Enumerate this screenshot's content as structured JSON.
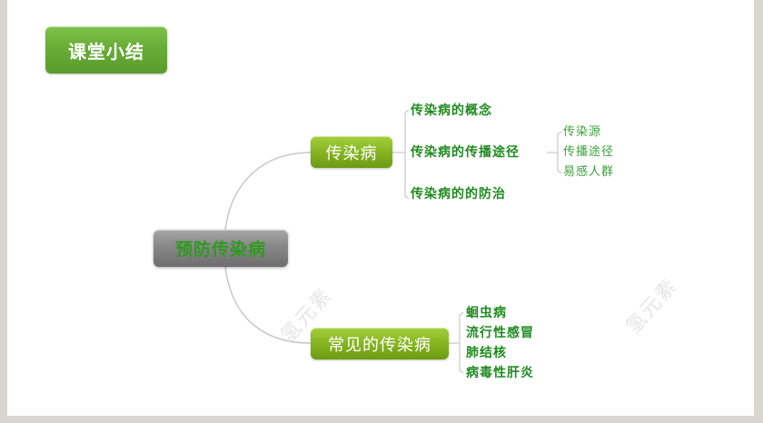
{
  "title": {
    "label": "课堂小结",
    "color": "#68ad36"
  },
  "mindmap": {
    "root": {
      "label": "预防传染病",
      "text_color": "#2e9a1e",
      "box_color": "#8a8a8a"
    },
    "branches": [
      {
        "label": "传染病",
        "children": [
          {
            "label": "传染病的概念"
          },
          {
            "label": "传染病的传播途径",
            "children": [
              {
                "label": "传染源"
              },
              {
                "label": "传播途径"
              },
              {
                "label": "易感人群"
              }
            ]
          },
          {
            "label": "传染病的的防治"
          }
        ]
      },
      {
        "label": "常见的传染病",
        "children": [
          {
            "label": "蛔虫病"
          },
          {
            "label": "流行性感冒"
          },
          {
            "label": "肺结核"
          },
          {
            "label": "病毒性肝炎"
          }
        ]
      }
    ],
    "branch_color": "#86b521",
    "leaf_color": "#1f8b1f",
    "line_color": "#c8c8c8"
  },
  "watermark": {
    "text": "氢元素"
  }
}
